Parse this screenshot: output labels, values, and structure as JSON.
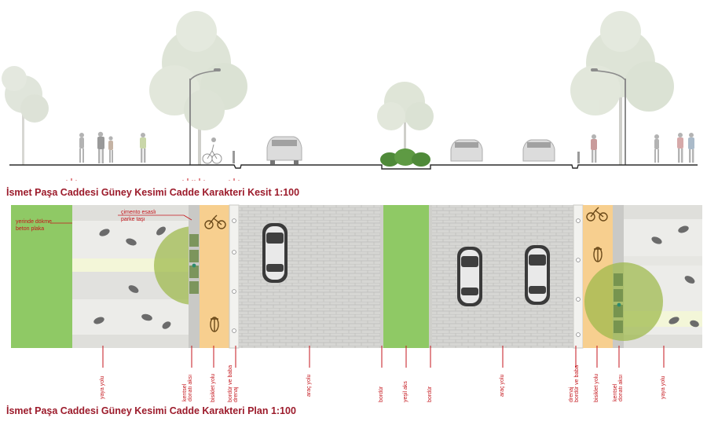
{
  "section_title": "İsmet Paşa Caddesi Güney Kesimi Cadde Karakteri  Kesit   1:100",
  "plan_title": "İsmet Paşa Caddesi Güney Kesimi Cadde Karakteri Plan 1:100",
  "plan_callouts": {
    "slab": [
      "yerinde dökme",
      "beton plaka"
    ],
    "paver": [
      "çimento esaslı",
      "parke taşı"
    ]
  },
  "legend_labels": {
    "left_sidewalk": "yaya yolu",
    "left_furniture": [
      "kentsel",
      "donatı aksı"
    ],
    "left_bike": "bisiklet yolu",
    "left_curb": [
      "bordür ve baba",
      "drenaj"
    ],
    "left_road": "araç yolu",
    "median_curb_left": "bordür",
    "median": "yeşil aks",
    "median_curb_right": "bordür",
    "right_road": "araç yolu",
    "right_curb": [
      "drenaj",
      "bordür ve baba"
    ],
    "right_bike": "bisiklet yolu",
    "right_furniture": [
      "kentsel",
      "donatı aksı"
    ],
    "right_sidewalk": "yaya yolu"
  },
  "colors": {
    "title": "#9c1b2b",
    "annotation": "#c4161c",
    "grass": "#8fc965",
    "bike_lane": "#f7cf8f",
    "pavement": "#e3e3e0",
    "tree_canopy": "#9cb84a"
  }
}
